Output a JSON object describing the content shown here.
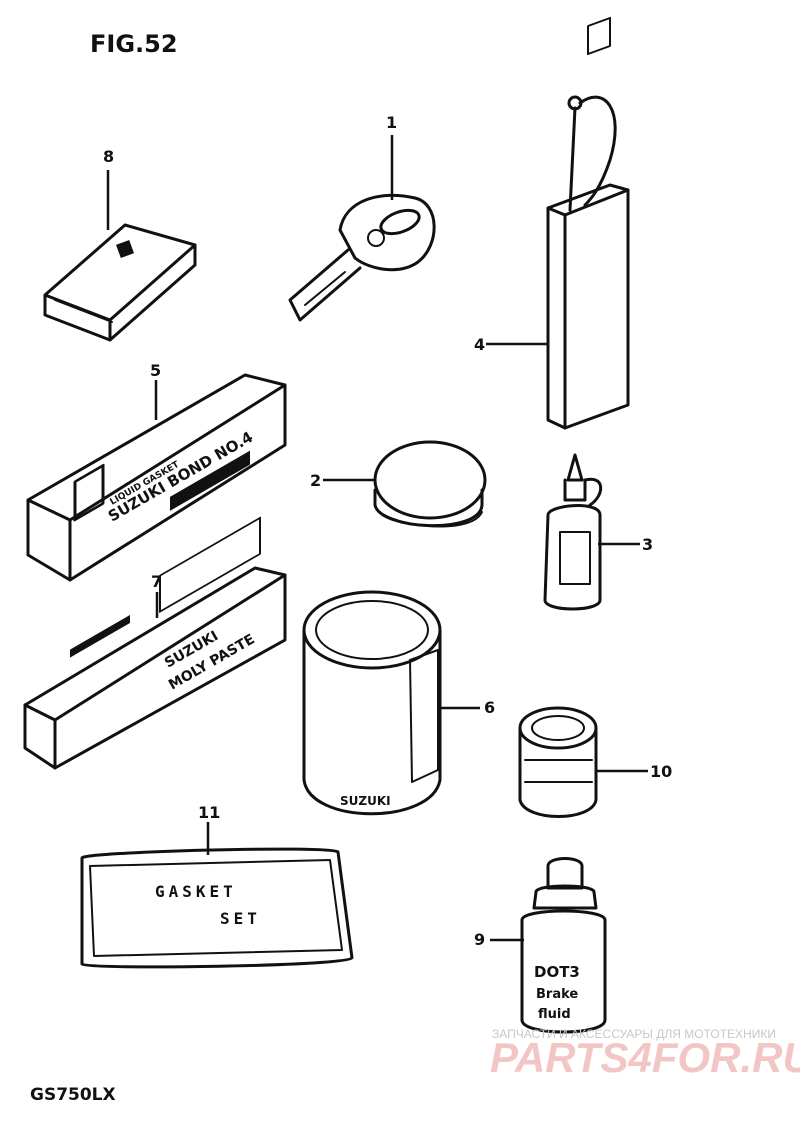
{
  "figure": {
    "title": "FIG.52",
    "model": "GS750LX"
  },
  "callouts": [
    "1",
    "2",
    "3",
    "4",
    "5",
    "6",
    "7",
    "8",
    "9",
    "10",
    "11"
  ],
  "labels": {
    "bond_line1": "LIQUID GASKET",
    "bond_line2": "SUZUKI BOND NO.4",
    "molly_line1": "SUZUKI",
    "molly_line2": "MOLY PASTE",
    "can6_side": "SUZUKI",
    "gasket_line1": "GASKET",
    "gasket_line2": "SET",
    "brake_line1": "DOT3",
    "brake_line2": "Brake",
    "brake_line3": "fluid"
  },
  "watermark": {
    "line1": "ЗАПЧАСТИ И АКСЕССУАРЫ ДЛЯ МОТОТЕХНИКИ",
    "line2": "PARTS4FOR.RU"
  },
  "colors": {
    "ink": "#111111",
    "paper": "#ffffff",
    "watermark": "#f3c6c6"
  }
}
